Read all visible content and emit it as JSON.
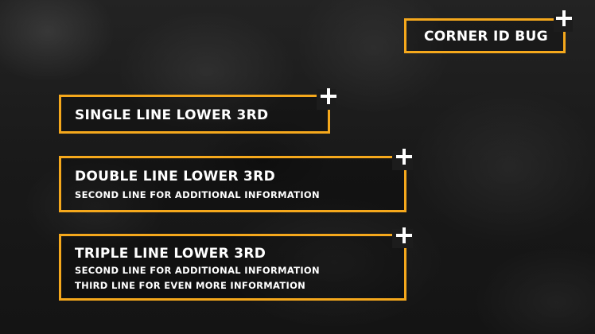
{
  "colors": {
    "accent": "#f5a81c",
    "text": "#ffffff",
    "plus": "#ffffff"
  },
  "templates": {
    "corner": {
      "title": "CORNER ID BUG",
      "icon": "plus-icon"
    },
    "single": {
      "title": "SINGLE LINE LOWER 3RD",
      "icon": "plus-icon"
    },
    "double": {
      "title": "DOUBLE LINE LOWER 3RD",
      "line2": "SECOND LINE FOR ADDITIONAL INFORMATION",
      "icon": "plus-icon"
    },
    "triple": {
      "title": "TRIPLE LINE LOWER 3RD",
      "line2": "SECOND LINE FOR ADDITIONAL INFORMATION",
      "line3": "THIRD LINE FOR EVEN MORE INFORMATION",
      "icon": "plus-icon"
    }
  }
}
